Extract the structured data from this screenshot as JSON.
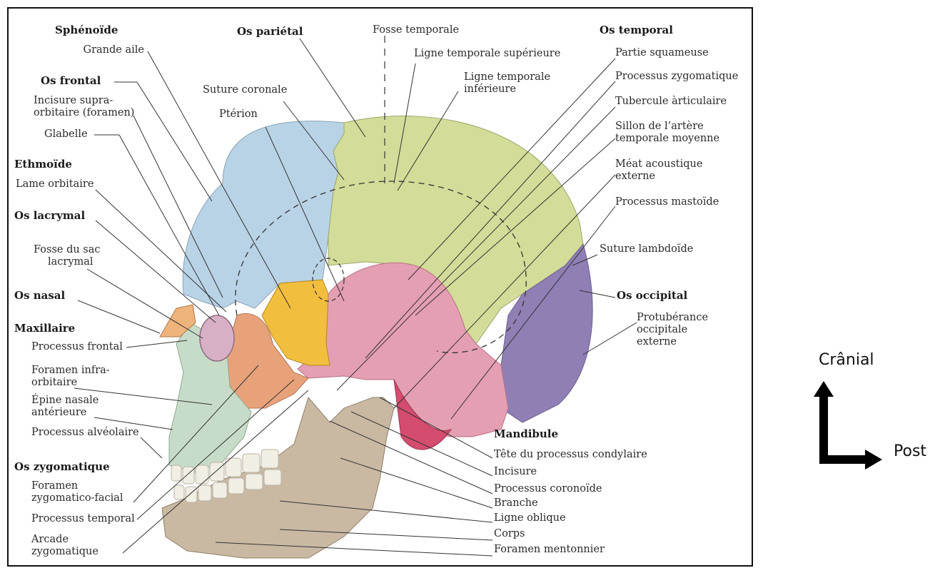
{
  "labels": {
    "sphenoide": "Sphénoïde",
    "grande_aile": "Grande aile",
    "os_frontal": "Os frontal",
    "incisure_supra": "Incisure supra-",
    "incisure_supra2": "orbitaire (foramen)",
    "glabelle": "Glabelle",
    "ethmoide": "Ethmoïde",
    "lame_orbitaire": "Lame orbitaire",
    "os_lacrymal": "Os lacrymal",
    "fosse_sac": "Fosse du sac",
    "fosse_sac2": "lacrymal",
    "os_nasal": "Os nasal",
    "maxillaire": "Maxillaire",
    "processus_frontal": "Processus frontal",
    "foramen_infra": "Foramen infra-",
    "foramen_infra2": "orbitaire",
    "epine_nasale": "Épine nasale",
    "epine_nasale2": "antérieure",
    "processus_alveolaire": "Processus alvéolaire",
    "os_zygomatique": "Os zygomatique",
    "foramen_zyg": "Foramen",
    "foramen_zyg2": "zygomatico-facial",
    "processus_temporal": "Processus temporal",
    "arcade_zyg": "Arcade",
    "arcade_zyg2": "zygomatique",
    "os_parietal": "Os pariétal",
    "suture_coronale": "Suture coronale",
    "pterion": "Ptérion",
    "fosse_temporale": "Fosse temporale",
    "ligne_sup": "Ligne temporale supérieure",
    "ligne_inf": "Ligne temporale",
    "ligne_inf2": "inférieure",
    "os_temporal": "Os temporal",
    "partie_squameuse": "Partie squameuse",
    "processus_zyg": "Processus zygomatique",
    "tubercule": "Tubercule àrticulaire",
    "sillon": "Sillon de l’artère",
    "sillon2": "temporale moyenne",
    "meat": "Méat acoustique",
    "meat2": "externe",
    "processus_mastoide": "Processus mastoïde",
    "suture_lambdoide": "Suture lambdoïde",
    "os_occipital": "Os occipital",
    "protuberance": "Protubérance",
    "protuberance2": "occipitale",
    "protuberance3": "externe",
    "mandibule": "Mandibule",
    "tete_condylaire": "Tête du processus condylaire",
    "incisure": "Incisure",
    "processus_coronoide": "Processus coronoïde",
    "branche": "Branche",
    "ligne_oblique": "Ligne oblique",
    "corps": "Corps",
    "foramen_mentonnier": "Foramen mentonnier"
  },
  "orientation": {
    "cranial": "Crânial",
    "post": "Post"
  },
  "colors": {
    "frontal": "#b9d3e6",
    "parietal": "#d3dc98",
    "temporal": "#e59fb2",
    "occipital": "#8f7fb4",
    "sphenoid": "#f2be3e",
    "zygomatic": "#e7a27a",
    "maxilla": "#c7dcc8",
    "mandible": "#c9b9a3",
    "nasal": "#efb37c"
  }
}
